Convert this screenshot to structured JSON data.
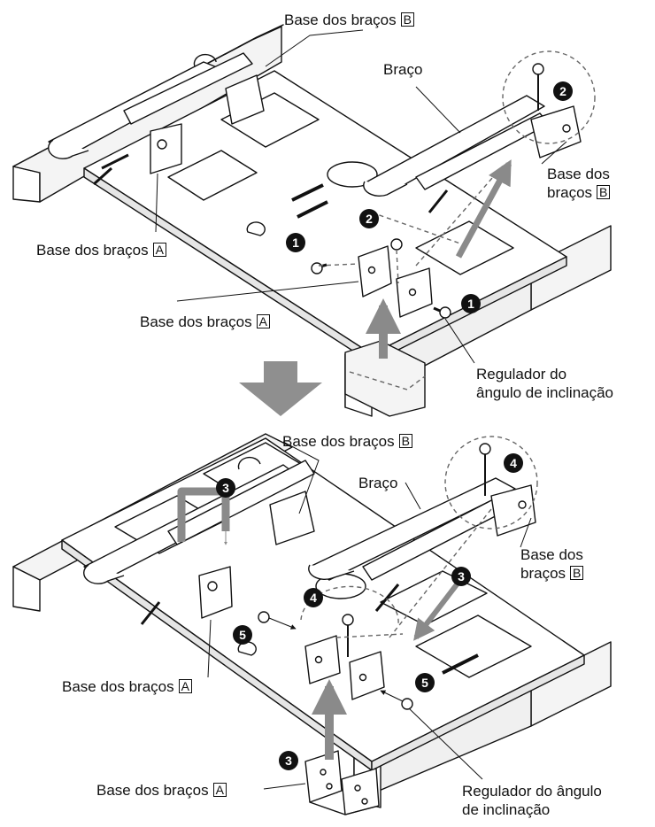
{
  "top": {
    "label_base_b_top": {
      "text": "Base dos braços",
      "tag": "B"
    },
    "label_braco": "Braço",
    "label_base_b_right": {
      "line1": "Base dos",
      "line2": "braços",
      "tag": "B"
    },
    "label_base_a_left": {
      "text": "Base dos braços",
      "tag": "A"
    },
    "label_base_a_center": {
      "text": "Base dos braços",
      "tag": "A"
    },
    "label_regulador": {
      "line1": "Regulador do",
      "line2": "ângulo de inclinação"
    },
    "steps": [
      "1",
      "1",
      "2",
      "2"
    ]
  },
  "bottom": {
    "label_base_b_top": {
      "text": "Base dos braços",
      "tag": "B"
    },
    "label_braco": "Braço",
    "label_base_b_right": {
      "line1": "Base dos",
      "line2": "braços",
      "tag": "B"
    },
    "label_base_a_left": {
      "text": "Base dos braços",
      "tag": "A"
    },
    "label_base_a_bottom": {
      "text": "Base dos braços",
      "tag": "A"
    },
    "label_regulador": {
      "line1": "Regulador do ângulo",
      "line2": "de inclinação"
    },
    "steps": [
      "3",
      "3",
      "3",
      "4",
      "4",
      "5",
      "5"
    ]
  },
  "colors": {
    "line": "#111111",
    "fill": "#ffffff",
    "shade": "#d8d8d8",
    "arrow": "#8a8a8a"
  }
}
